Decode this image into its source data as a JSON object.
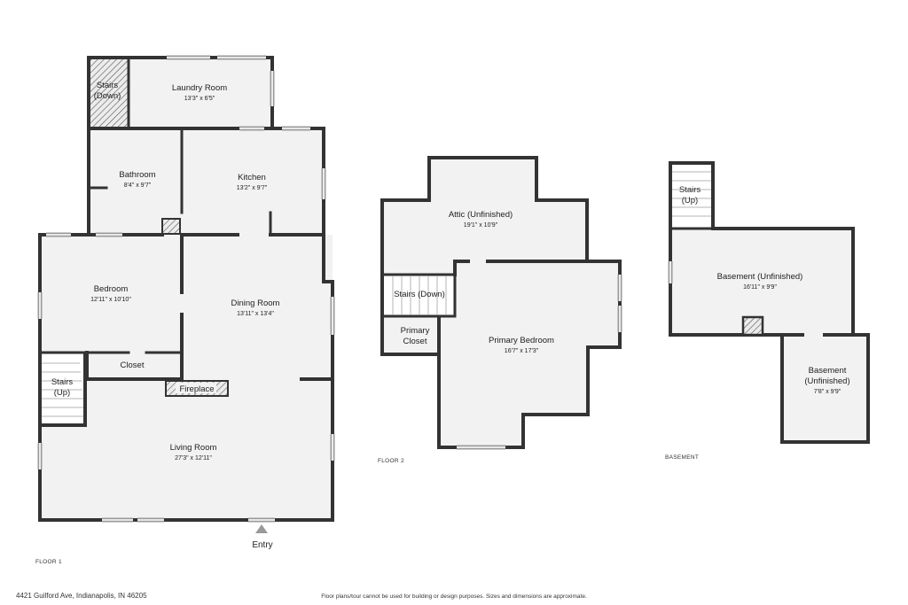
{
  "floor1": {
    "label": "FLOOR 1",
    "rooms": [
      {
        "name": "Stairs\n(Down)",
        "dims": ""
      },
      {
        "name": "Laundry Room",
        "dims": "13'3\" x 6'5\""
      },
      {
        "name": "Bathroom",
        "dims": "8'4\" x 9'7\""
      },
      {
        "name": "Kitchen",
        "dims": "13'2\" x 9'7\""
      },
      {
        "name": "Bedroom",
        "dims": "12'11\" x 10'10\""
      },
      {
        "name": "Dining Room",
        "dims": "13'11\" x 13'4\""
      },
      {
        "name": "Closet",
        "dims": ""
      },
      {
        "name": "Stairs\n(Up)",
        "dims": ""
      },
      {
        "name": "Fireplace",
        "dims": ""
      },
      {
        "name": "Living Room",
        "dims": "27'3\" x 12'11\""
      }
    ],
    "entry_label": "Entry"
  },
  "floor2": {
    "label": "FLOOR 2",
    "rooms": [
      {
        "name": "Attic (Unfinished)",
        "dims": "19'1\" x 10'9\""
      },
      {
        "name": "Stairs (Down)",
        "dims": ""
      },
      {
        "name": "Primary\nCloset",
        "dims": ""
      },
      {
        "name": "Primary Bedroom",
        "dims": "16'7\" x 17'3\""
      }
    ]
  },
  "basement": {
    "label": "BASEMENT",
    "rooms": [
      {
        "name": "Stairs\n(Up)",
        "dims": ""
      },
      {
        "name": "Basement (Unfinished)",
        "dims": "16'11\" x 9'9\""
      },
      {
        "name": "Basement\n(Unfinished)",
        "dims": "7'8\" x 9'9\""
      }
    ]
  },
  "footer": {
    "address": "4421 Guilford Ave, Indianapolis, IN 46205",
    "disclaimer": "Floor plans/tour cannot be used for building or design purposes. Sizes and dimensions are approximate."
  },
  "colors": {
    "wall": "#333333",
    "floor_fill": "#f2f2f2",
    "window": "#9a9a9a",
    "entry_marker": "#999999"
  }
}
